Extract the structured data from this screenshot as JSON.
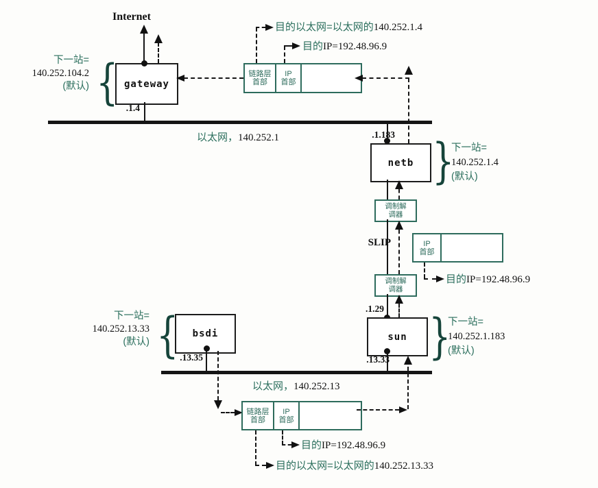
{
  "diagram": {
    "internet_label": "Internet",
    "slip_label": "SLIP",
    "hosts": {
      "gateway": "gateway",
      "netb": "netb",
      "sun": "sun",
      "bsdi": "bsdi"
    },
    "modem": {
      "line1": "调制解",
      "line2": "调器"
    },
    "packet_fields": {
      "link_hdr_line1": "链路层",
      "link_hdr_line2": "首部",
      "ip_hdr_line1": "IP",
      "ip_hdr_line2": "首部"
    },
    "ethernet_top": {
      "prefix": "以太网，",
      "network": "140.252.1"
    },
    "ethernet_bottom": {
      "prefix": "以太网，",
      "network": "140.252.13"
    },
    "interfaces": {
      "gateway_eth": ".1.4",
      "netb_eth": ".1.183",
      "sun_slip": ".1.29",
      "sun_eth": ".13.33",
      "bsdi_eth": ".13.35"
    },
    "next_hop": {
      "gateway": {
        "l1": "下一站=",
        "l2": "140.252.104.2",
        "l3": "(默认)"
      },
      "netb": {
        "l1": "下一站=",
        "l2": "140.252.1.4",
        "l3": "(默认)"
      },
      "sun": {
        "l1": "下一站=",
        "l2": "140.252.1.183",
        "l3": "(默认)"
      },
      "bsdi": {
        "l1": "下一站=",
        "l2": "140.252.13.33",
        "l3": "(默认)"
      }
    },
    "annotations": {
      "top_eth": {
        "prefix": "目的以太网=以太网的",
        "value": "140.252.1.4"
      },
      "top_ip": {
        "prefix": "目的",
        "value": "IP=192.48.96.9"
      },
      "mid_ip": {
        "prefix": "目的",
        "value": "IP=192.48.96.9"
      },
      "bot_ip": {
        "prefix": "目的",
        "value": "IP=192.48.96.9"
      },
      "bot_eth": {
        "prefix": "目的以太网=以太网的",
        "value": "140.252.13.33"
      }
    },
    "colors": {
      "teal": "#2a6e5c",
      "ink": "#111111"
    }
  }
}
